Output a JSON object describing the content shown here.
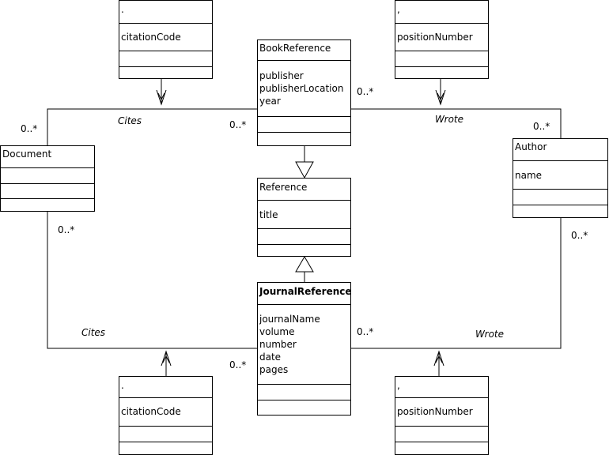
{
  "classes": {
    "book_reference": {
      "name": "BookReference",
      "attributes": [
        "publisher",
        "publisherLocation",
        "year"
      ]
    },
    "reference": {
      "name": "Reference",
      "attributes": [
        "title"
      ]
    },
    "journal_reference": {
      "name": "JournalReference",
      "attributes": [
        "journalName",
        "volume",
        "number",
        "date",
        "pages"
      ]
    },
    "document": {
      "name": "Document",
      "attributes": []
    },
    "author": {
      "name": "Author",
      "attributes": [
        "name"
      ]
    },
    "cites_top_assoc": {
      "name": ".",
      "attributes": [
        "citationCode"
      ]
    },
    "wrote_top_assoc": {
      "name": ",",
      "attributes": [
        "positionNumber"
      ]
    },
    "cites_bottom_assoc": {
      "name": ".",
      "attributes": [
        "citationCode"
      ]
    },
    "wrote_bottom_assoc": {
      "name": ",",
      "attributes": [
        "positionNumber"
      ]
    }
  },
  "associations": {
    "cites_top": {
      "role": "Cites",
      "mult_document": "0..*",
      "mult_reference": "0..*"
    },
    "wrote_top": {
      "role": "Wrote",
      "mult_reference": "0..*",
      "mult_author": "0..*"
    },
    "cites_bottom": {
      "role": "Cites",
      "mult_document": "0..*",
      "mult_reference": "0..*"
    },
    "wrote_bottom": {
      "role": "Wrote",
      "mult_reference": "0..*",
      "mult_author": "0..*"
    }
  }
}
